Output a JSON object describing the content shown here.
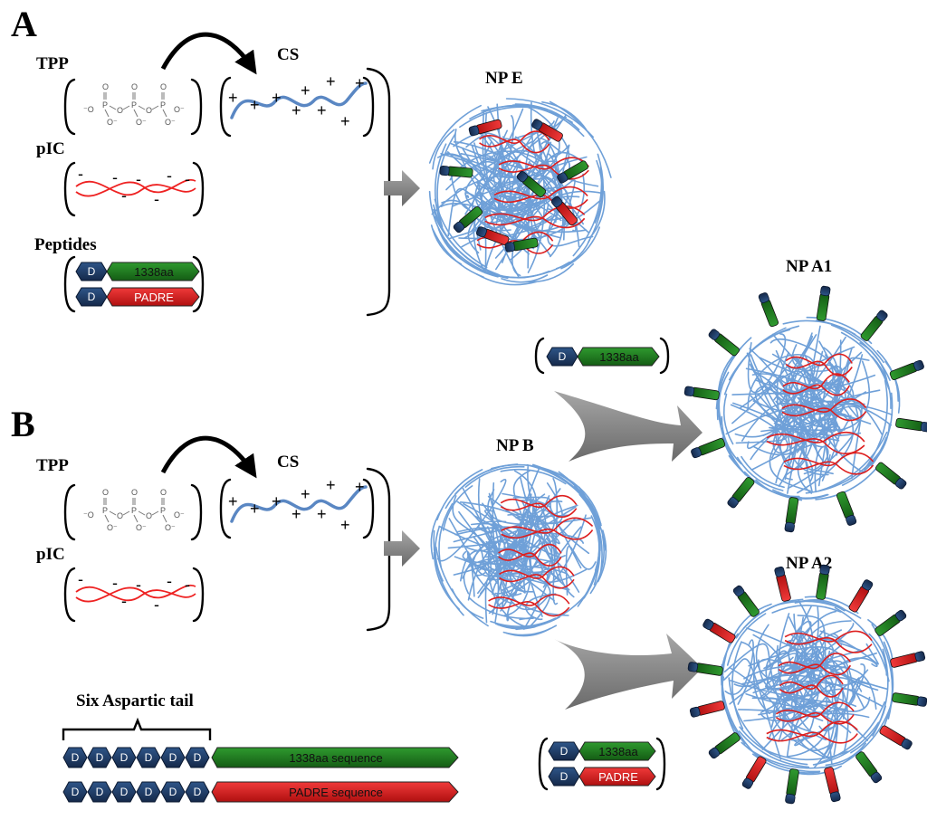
{
  "panels": {
    "a": "A",
    "b": "B"
  },
  "labels": {
    "tpp": "TPP",
    "cs": "CS",
    "pic": "pIC",
    "peptides": "Peptides",
    "np_e": "NP E",
    "np_b": "NP B",
    "np_a1": "NP A1",
    "np_a2": "NP A2",
    "six_aspartic_tail": "Six Aspartic tail"
  },
  "tpp_atoms": {
    "p": "P",
    "o": "O",
    "o_minus": "O⁻",
    "o_minus_pre": "⁻O"
  },
  "charges": {
    "plus": "+",
    "minus": "-"
  },
  "peptides": {
    "d": "D",
    "p1338": "1338aa",
    "padre": "PADRE",
    "p1338_seq": "1338aa sequence",
    "padre_seq": "PADRE sequence"
  },
  "colors": {
    "d_block": "#1f3c66",
    "green": "#1f7a1f",
    "red": "#d42020",
    "chitosan": "#5a87c3",
    "mesh": "#6fa0d8",
    "rna": "#dd1f1f",
    "arrow": "#8a8a8a"
  }
}
